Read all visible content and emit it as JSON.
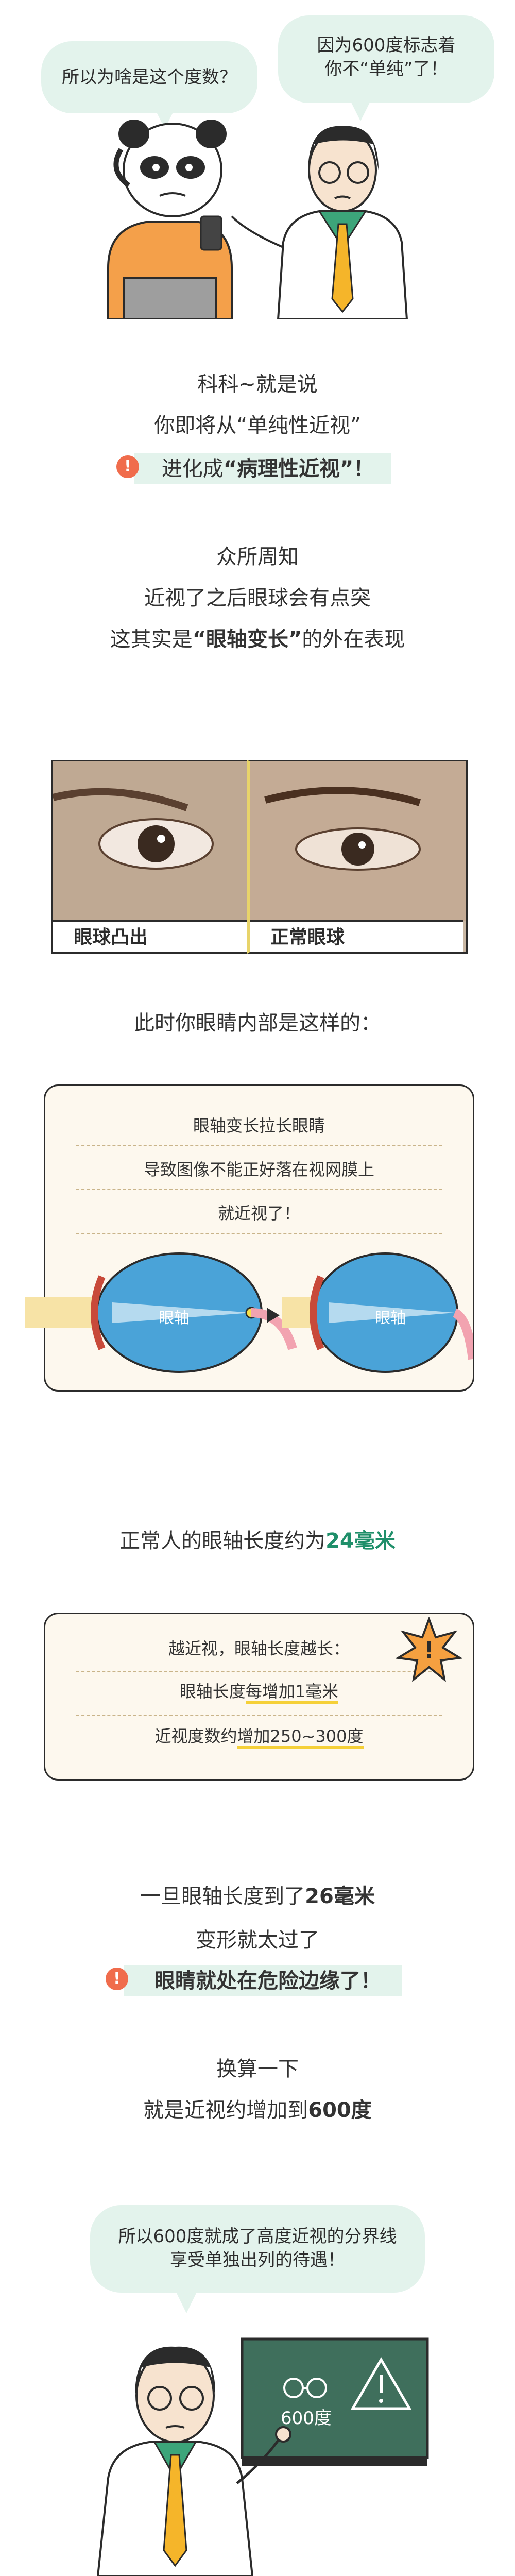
{
  "bubbles": {
    "left": "所以为啥是这个度数？",
    "right_line1": "因为600度标志着",
    "right_line2": "你不“单纯”了！"
  },
  "section1": {
    "line1": "科科~就是说",
    "line2": "你即将从“单纯性近视”",
    "line3_prefix": "进化成",
    "line3_bold": "“病理性近视”",
    "line3_suffix": "！"
  },
  "section2": {
    "line1": "众所周知",
    "line2": "近视了之后眼球会有点突",
    "line3_prefix": "这其实是",
    "line3_bold": "“眼轴变长”",
    "line3_suffix": "的外在表现"
  },
  "photo": {
    "left_caption": "眼球凸出",
    "right_caption": "正常眼球"
  },
  "section3": {
    "line1": "此时你眼睛内部是这样的："
  },
  "card1": {
    "line1": "眼轴变长拉长眼睛",
    "line2": "导致图像不能正好落在视网膜上",
    "line3": "就近视了！",
    "eye_label_left": "眼轴",
    "eye_label_right": "眼轴"
  },
  "section4": {
    "prefix": "正常人的眼轴长度约为",
    "value": "24毫米"
  },
  "card2": {
    "line1": "越近视，眼轴长度越长：",
    "line2_prefix": "眼轴长度",
    "line2_ul": "每增加1毫米",
    "line3_prefix": "近视度数约",
    "line3_ul": "增加250~300度",
    "burst": "!"
  },
  "section5": {
    "line1_prefix": "一旦眼轴长度到了",
    "line1_bold": "26毫米",
    "line2": "变形就太过了",
    "line3": "眼睛就处在危险边缘了！"
  },
  "section6": {
    "line1": "换算一下",
    "line2_prefix": "就是近视约增加到",
    "line2_bold": "600度"
  },
  "bottom_bubble": {
    "line1": "所以600度就成了高度近视的分界线",
    "line2": "享受单独出列的待遇！"
  },
  "board": {
    "label": "600度"
  },
  "colors": {
    "accent_green": "#1f8f6a",
    "bubble_bg": "#e3f3ec",
    "card_bg": "#fdf8ee",
    "warn": "#f06c4c",
    "highlight": "#f5d038"
  }
}
